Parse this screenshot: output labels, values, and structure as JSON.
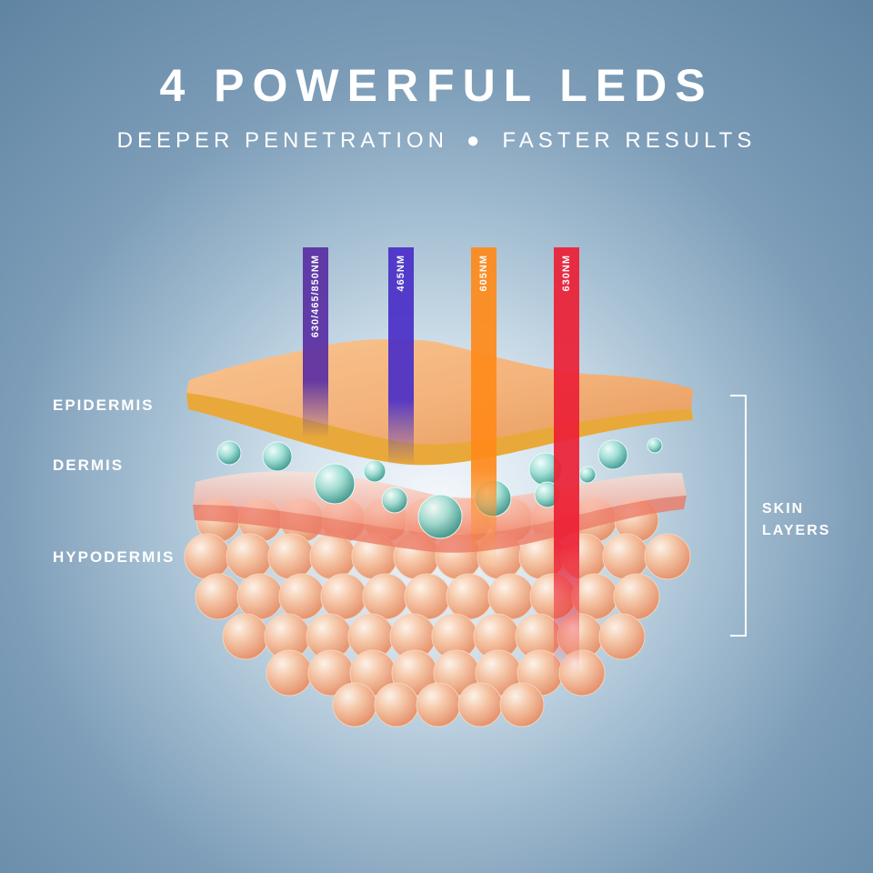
{
  "title": "4 POWERFUL LEDS",
  "subtitle": {
    "left": "DEEPER PENETRATION",
    "separator": "●",
    "right": "FASTER RESULTS"
  },
  "layers": [
    {
      "label": "EPIDERMIS"
    },
    {
      "label": "DERMIS"
    },
    {
      "label": "HYPODERMIS"
    }
  ],
  "skin_layers_label": [
    "SKIN",
    "LAYERS"
  ],
  "leds": [
    {
      "label": "630/465/850NM",
      "color": "#5a2fa3"
    },
    {
      "label": "465NM",
      "color": "#4a2fc8"
    },
    {
      "label": "605NM",
      "color": "#ff8a1a"
    },
    {
      "label": "630NM",
      "color": "#ec2035"
    }
  ],
  "colors": {
    "epidermis": "#f4b27c",
    "dermis": "#f7a08a",
    "hypodermis": "#f7b48c",
    "bubbles": "#8fd6cc"
  }
}
